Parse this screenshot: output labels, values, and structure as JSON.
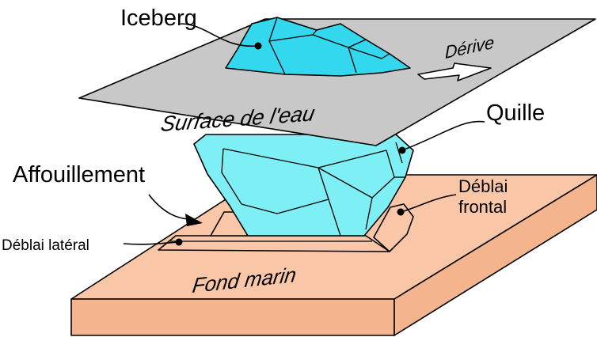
{
  "labels": {
    "iceberg": "Iceberg",
    "derive": "Dérive",
    "surface": "Surface de l'eau",
    "quille": "Quille",
    "affouillement": "Affouillement",
    "deblai_frontal_line1": "Déblai",
    "deblai_frontal_line2": "frontal",
    "deblai_lateral": "Déblai latéral",
    "fond_marin": "Fond marin"
  },
  "colors": {
    "seabed": "#f9c7a7",
    "seabed_side": "#f4b48e",
    "water_surface": "#c8c8c8",
    "iceberg_top": "#33d8ee",
    "keel": "#7ef0f5",
    "keel_dark": "#5fdde8",
    "arrow": "#ffffff",
    "outline": "#000000"
  },
  "icons": {
    "drift_arrow": "drift-arrow-icon",
    "pointer_dot": "leader-dot-icon",
    "pointer_arrow": "pointer-arrow-icon"
  }
}
